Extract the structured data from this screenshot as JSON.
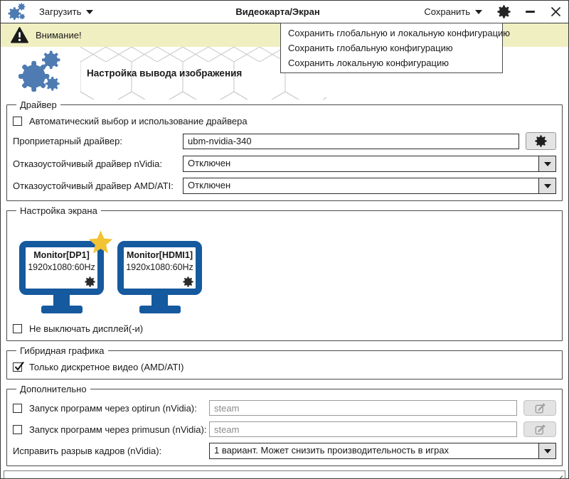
{
  "window": {
    "title": "Видеокарта/Экран"
  },
  "toolbar": {
    "load_label": "Загрузить",
    "save_label": "Сохранить"
  },
  "warning": {
    "text": "Внимание!"
  },
  "save_menu": {
    "items": [
      "Сохранить глобальную и локальную конфигурацию",
      "Сохранить глобальную конфигурацию",
      "Сохранить локальную конфигурацию"
    ]
  },
  "header": {
    "title": "Настройка вывода изображения"
  },
  "driver": {
    "legend": "Драйвер",
    "auto_checkbox_label": "Автоматический выбор и использование драйвера",
    "auto_checked": false,
    "proprietary_label": "Проприетарный драйвер:",
    "proprietary_value": "ubm-nvidia-340",
    "nvidia_failsafe_label": "Отказоустойчивый драйвер nVidia:",
    "nvidia_failsafe_value": "Отключен",
    "amd_failsafe_label": "Отказоустойчивый драйвер AMD/ATI:",
    "amd_failsafe_value": "Отключен"
  },
  "screen": {
    "legend": "Настройка экрана",
    "monitors": [
      {
        "name": "Monitor[DP1]",
        "mode": "1920x1080:60Hz",
        "primary": true
      },
      {
        "name": "Monitor[HDMI1]",
        "mode": "1920x1080:60Hz",
        "primary": false
      }
    ],
    "keep_on_label": "Не выключать дисплей(-и)",
    "keep_on_checked": false
  },
  "hybrid": {
    "legend": "Гибридная графика",
    "discrete_label": "Только дискретное видео (AMD/ATI)",
    "discrete_checked": true
  },
  "extra": {
    "legend": "Дополнительно",
    "optirun_label": "Запуск программ через optirun (nVidia):",
    "optirun_value": "steam",
    "optirun_checked": false,
    "primusun_label": "Запуск программ через primusun (nVidia):",
    "primusun_value": "steam",
    "primusun_checked": false,
    "tearing_label": "Исправить разрыв кадров (nVidia):",
    "tearing_value": "1 вариант. Может снизить производительность в играх"
  },
  "icons": {
    "logo": "gears-icon",
    "settings": "gear-icon",
    "warning": "warning-triangle-icon",
    "edit": "pencil-square-icon",
    "primary": "star-icon"
  },
  "colors": {
    "accent_blue": "#4d7bb2",
    "monitor_blue": "#15599e",
    "warning_bg": "#f0efc2",
    "star_gold": "#f2c335"
  }
}
